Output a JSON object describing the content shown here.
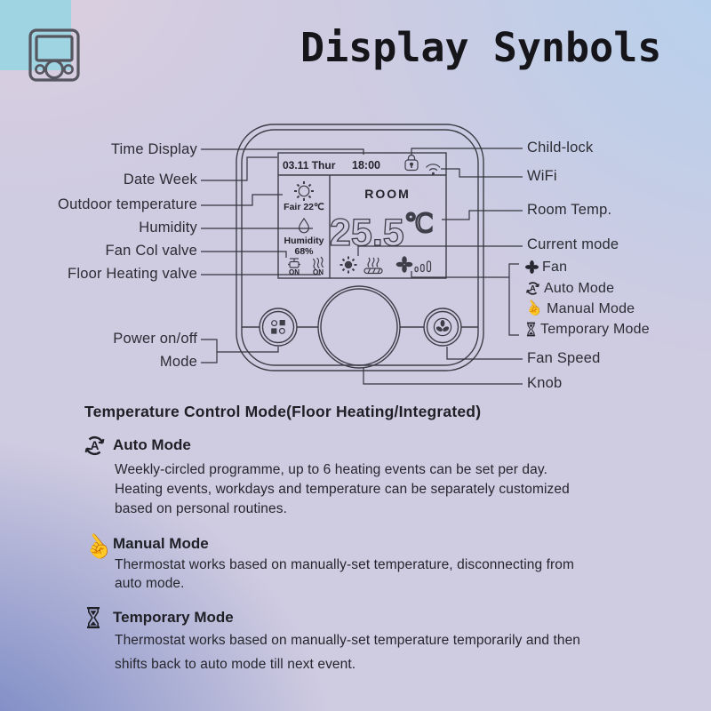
{
  "title": "Display Synbols",
  "thermostat": {
    "screen": {
      "date": "03.11 Thur",
      "time": "18:00",
      "room_label": "ROOM",
      "temp": "25.5",
      "temp_unit": "℃",
      "weather": "Fair 22℃",
      "humidity_label": "Humidity",
      "humidity_value": "68%",
      "fan_valve_state": "ON",
      "heating_valve_state": "ON"
    },
    "callouts_left": [
      "Time Display",
      "Date Week",
      "Outdoor temperature",
      "Humidity",
      "Fan Col valve",
      "Floor Heating valve"
    ],
    "power_label": "Power on/off",
    "mode_label": "Mode",
    "callouts_right": [
      "Child-lock",
      "WiFi",
      "Room Temp.",
      "Current mode"
    ],
    "legend": [
      {
        "icon": "fan-icon",
        "label": "Fan"
      },
      {
        "icon": "auto-mode-icon",
        "label": "Auto Mode"
      },
      {
        "icon": "manual-mode-icon",
        "label": "Manual Mode"
      },
      {
        "icon": "temporary-mode-icon",
        "label": "Temporary Mode"
      }
    ],
    "fan_speed_label": "Fan Speed",
    "knob_label": "Knob",
    "auto_icon_letter": "A"
  },
  "icons": {
    "manual_hand": "☝"
  },
  "content": {
    "heading": "Temperature Control Mode(Floor Heating/Integrated)",
    "modes": [
      {
        "icon": "auto-mode-icon",
        "title": "Auto Mode",
        "lines": [
          "Weekly-circled programme, up to 6 heating events can be set per day.",
          "Heating events, workdays and temperature can be separately customized",
          "based on personal routines."
        ]
      },
      {
        "icon": "manual-mode-icon",
        "title": "Manual Mode",
        "lines": [
          "Thermostat works based on manually-set temperature, disconnecting from",
          "auto mode."
        ]
      },
      {
        "icon": "temporary-mode-icon",
        "title": "Temporary Mode",
        "lines": [
          "Thermostat works based on manually-set temperature temporarily and then",
          "shifts back to auto mode till next event."
        ]
      }
    ]
  },
  "colors": {
    "accent_cyan": "#9fd4e2",
    "line": "#3e3e48",
    "gradient_blue": "#6d7fc0",
    "gradient_sky": "#b4d1ee"
  }
}
